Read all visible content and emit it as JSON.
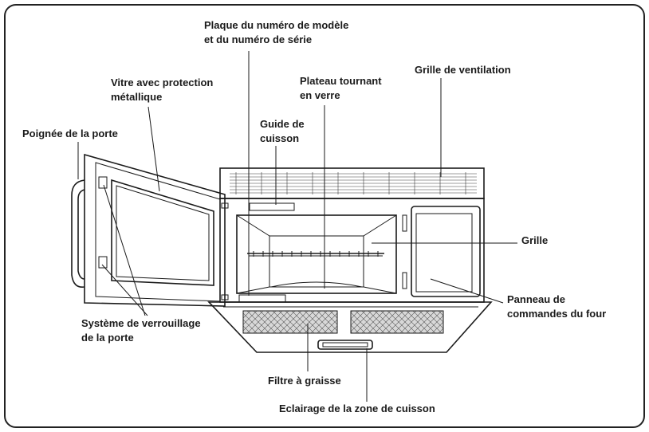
{
  "labels": {
    "plaque_line1": "Plaque du numéro de modèle",
    "plaque_line2": "et du numéro de série",
    "vitre_line1": "Vitre avec protection",
    "vitre_line2": "métallique",
    "plateau_line1": "Plateau tournant",
    "plateau_line2": "en verre",
    "grille_ventilation": "Grille de ventilation",
    "guide_line1": "Guide de",
    "guide_line2": "cuisson",
    "poignee": "Poignée de la porte",
    "grille": "Grille",
    "systeme_line1": "Système de verrouillage",
    "systeme_line2": "de la porte",
    "panneau_line1": "Panneau de",
    "panneau_line2": "commandes du four",
    "filtre": "Filtre à graisse",
    "eclairage": "Eclairage de la zone de cuisson"
  },
  "icons": {
    "microwave": "microwave-oven-illustration"
  }
}
